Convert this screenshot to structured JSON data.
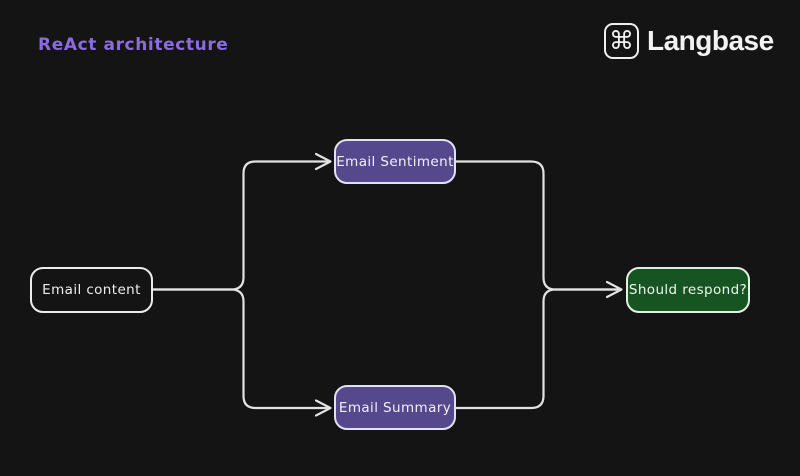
{
  "title": {
    "text": "ReAct architecture",
    "color": "#8b6be0"
  },
  "logo": {
    "brand": "Langbase",
    "icon": "command-icon",
    "icon_glyph": "⌘"
  },
  "diagram": {
    "nodes": [
      {
        "id": "email-content",
        "label": "Email content",
        "fill": "transparent",
        "border": "#ececec",
        "text_color": "#ededed"
      },
      {
        "id": "email-sentiment",
        "label": "Email Sentiment",
        "fill": "#55488d",
        "border": "#e2e1f0",
        "text_color": "#f2f0fa"
      },
      {
        "id": "email-summary",
        "label": "Email Summary",
        "fill": "#55488d",
        "border": "#e2e1f0",
        "text_color": "#f2f0fa"
      },
      {
        "id": "should-respond",
        "label": "Should respond?",
        "fill": "#165522",
        "border": "#e4efe4",
        "text_color": "#eff6ef"
      }
    ],
    "edges": [
      {
        "from": "email-content",
        "to": "email-sentiment"
      },
      {
        "from": "email-content",
        "to": "email-summary"
      },
      {
        "from": "email-sentiment",
        "to": "should-respond"
      },
      {
        "from": "email-summary",
        "to": "should-respond"
      }
    ]
  },
  "colors": {
    "background": "#141414",
    "connector": "#e2e2e2"
  }
}
